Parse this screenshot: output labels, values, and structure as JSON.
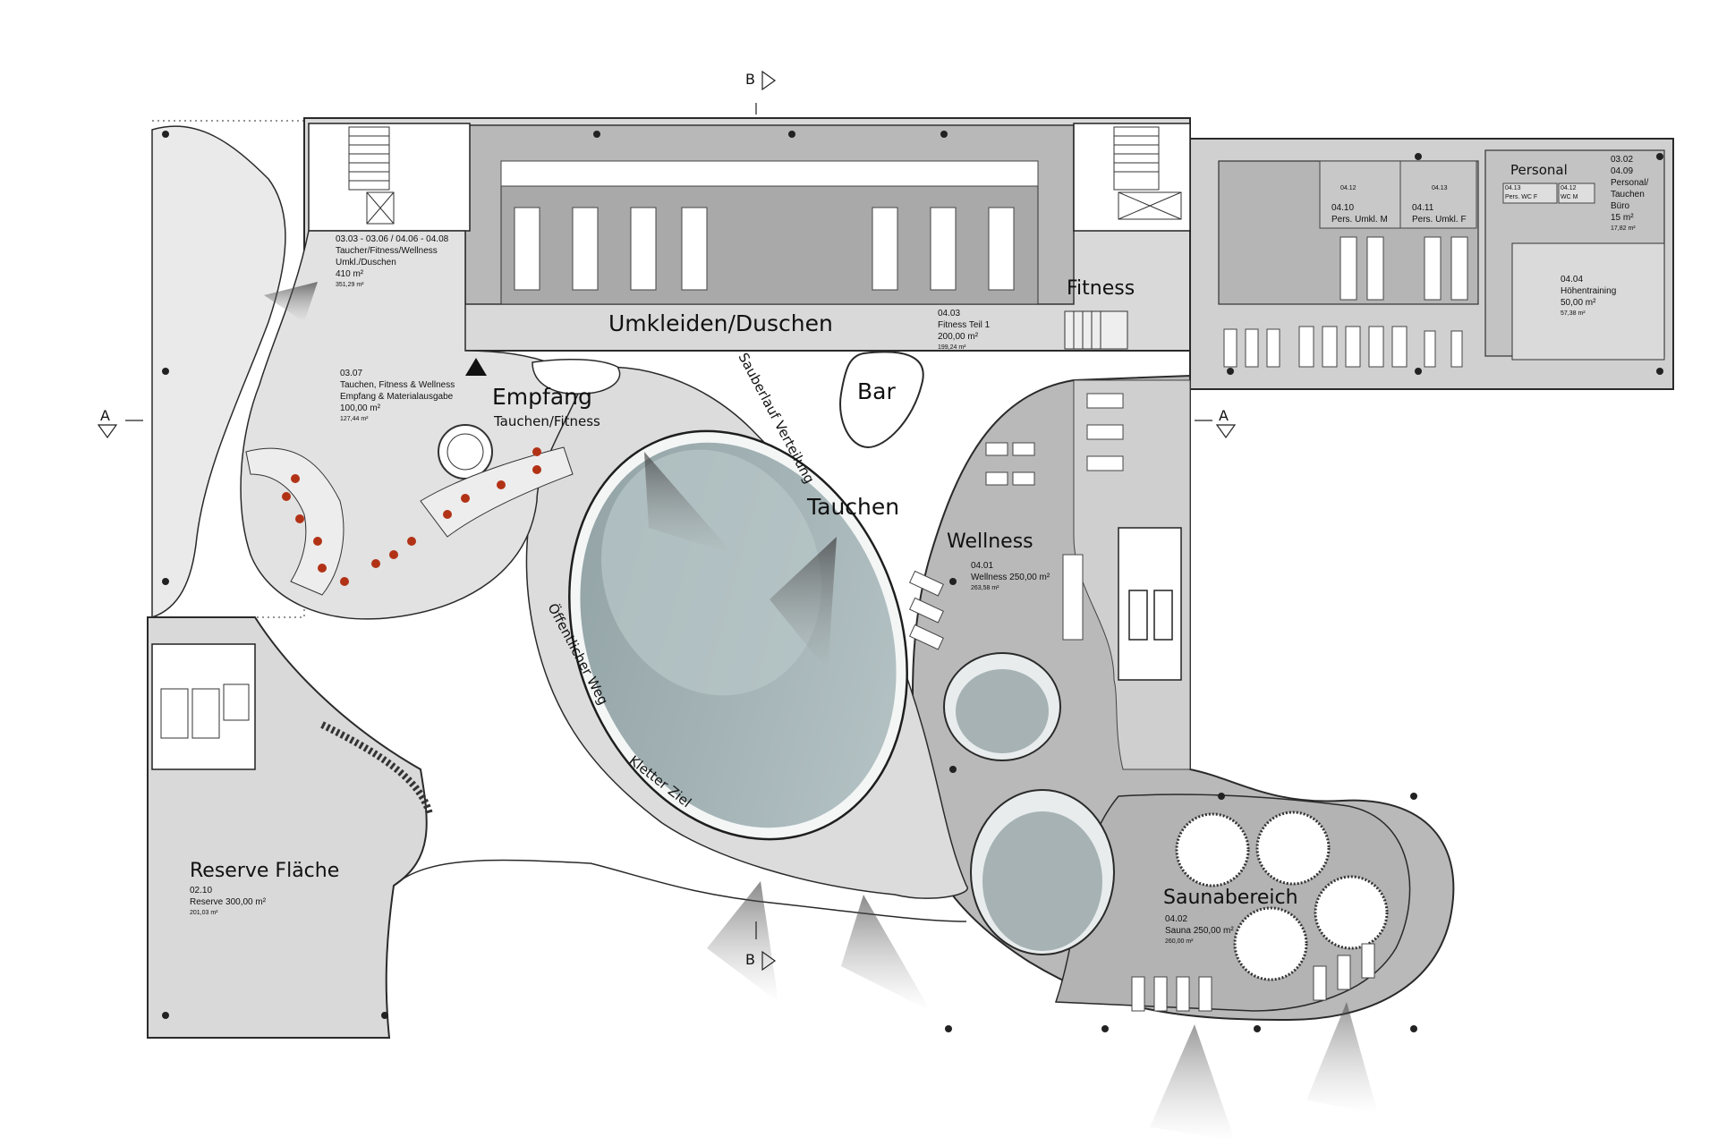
{
  "sections": {
    "b_top": "B",
    "b_bottom": "B",
    "a_left": "A",
    "a_right": "A"
  },
  "rooms": {
    "changing": {
      "code": "03.03 - 03.06 / 04.06 - 04.08",
      "name_line1": "Taucher/Fitness/Wellness",
      "name_line2": "Umkl./Duschen",
      "area": "410 m²",
      "area_actual": "351,29 m²"
    },
    "changing_title": "Umkleiden/Duschen",
    "reception": {
      "code": "03.07",
      "name_line1": "Tauchen, Fitness & Wellness",
      "name_line2": "Empfang & Materialausgabe",
      "area": "100,00 m²",
      "area_actual": "127,44 m²"
    },
    "reception_title": "Empfang",
    "reception_subtitle": "Tauchen/Fitness",
    "bar": "Bar",
    "clean_path": "Sauberlauf Verteilung",
    "diving": "Tauchen",
    "public_path": "Öffentlicher Weg",
    "climb_target": "Kletter Ziel",
    "fitness_part1": {
      "code": "04.03",
      "name": "Fitness Teil 1",
      "area": "200,00 m²",
      "area_actual": "199,24 m²"
    },
    "fitness_title": "Fitness",
    "staff_title": "Personal",
    "staff_wc_f": {
      "code": "04.13",
      "name": "Pers. WC F"
    },
    "staff_wc_m": {
      "code": "04.12",
      "name": "WC M"
    },
    "staff_wc_top1": "04.12",
    "staff_wc_top2": "04.13",
    "staff_changing_m": {
      "code": "04.10",
      "name": "Pers. Umkl. M"
    },
    "staff_changing_f": {
      "code": "04.11",
      "name": "Pers. Umkl. F"
    },
    "staff_office": {
      "code1": "03.02",
      "code2": "04.09",
      "name_line1": "Personal/",
      "name_line2": "Tauchen",
      "name_line3": "Büro",
      "area": "15 m²",
      "area_actual": "17,82 m²"
    },
    "altitude": {
      "code": "04.04",
      "name": "Höhentraining",
      "area": "50,00 m²",
      "area_actual": "57,38 m²"
    },
    "wellness_title": "Wellness",
    "wellness": {
      "code": "04.01",
      "name": "Wellness 250,00 m²",
      "area_actual": "263,58 m²"
    },
    "sauna_title": "Saunabereich",
    "sauna": {
      "code": "04.02",
      "name": "Sauna 250,00 m²",
      "area_actual": "260,00 m²"
    },
    "reserve_title": "Reserve Fläche",
    "reserve": {
      "code": "02.10",
      "name": "Reserve 300,00 m²",
      "area_actual": "201,03 m²"
    }
  },
  "colors": {
    "floor_dark": "#b4b4b4",
    "floor_mid": "#cfcfcf",
    "floor_light": "#e3e3e3",
    "pool_water": "#a9b6b8",
    "pool_light": "#c2ced0",
    "stair_dots": "#b23216",
    "line": "#2a2a2a"
  }
}
